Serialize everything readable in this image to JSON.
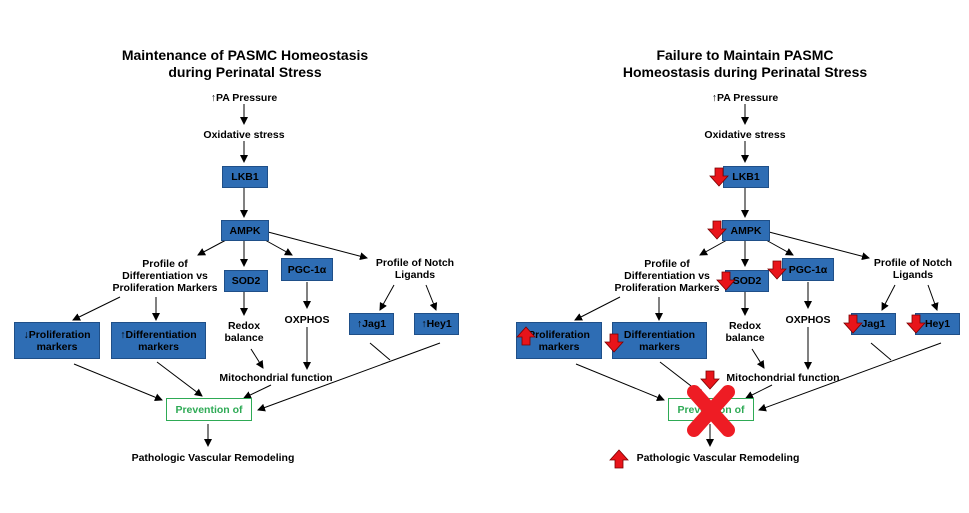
{
  "left": {
    "title_line1": "Maintenance of PASMC Homeostasis",
    "title_line2": "during Perinatal Stress",
    "pa_pressure": "↑PA Pressure",
    "oxidative_stress": "Oxidative stress",
    "lkb1": "LKB1",
    "ampk": "AMPK",
    "profile_diff_l1": "Profile of",
    "profile_diff_l2": "Differentiation vs",
    "profile_diff_l3": "Proliferation Markers",
    "sod2": "SOD2",
    "pgc": "PGC-1α",
    "notch_l1": "Profile of Notch",
    "notch_l2": "Ligands",
    "prolif_l1": "↓Proliferation",
    "prolif_l2": "markers",
    "diff_l1": "↑Differentiation",
    "diff_l2": "markers",
    "redox_l1": "Redox",
    "redox_l2": "balance",
    "oxphos": "OXPHOS",
    "jag1": "↑Jag1",
    "hey1": "↑Hey1",
    "mito": "Mitochondrial function",
    "prevention": "Prevention of",
    "remodeling": "Pathologic Vascular Remodeling"
  },
  "right": {
    "title_line1": "Failure to Maintain PASMC",
    "title_line2": "Homeostasis during Perinatal Stress",
    "pa_pressure": "↑PA Pressure",
    "oxidative_stress": "Oxidative stress",
    "lkb1": "LKB1",
    "ampk": "AMPK",
    "profile_diff_l1": "Profile of",
    "profile_diff_l2": "Differentiation vs",
    "profile_diff_l3": "Proliferation Markers",
    "sod2": "SOD2",
    "pgc": "PGC-1α",
    "notch_l1": "Profile of Notch",
    "notch_l2": "Ligands",
    "prolif_l1": "Proliferation",
    "prolif_l2": "markers",
    "diff_l1": "Differentiation",
    "diff_l2": "markers",
    "redox_l1": "Redox",
    "redox_l2": "balance",
    "oxphos": "OXPHOS",
    "jag1": "Jag1",
    "hey1": "Hey1",
    "mito": "Mitochondrial function",
    "prevention": "Prevention of",
    "remodeling": "Pathologic Vascular Remodeling"
  },
  "colors": {
    "box_fill": "#2e6db4",
    "green": "#2eaa55",
    "red_arrow": "#e8141a",
    "red_x": "#ee1c24"
  }
}
